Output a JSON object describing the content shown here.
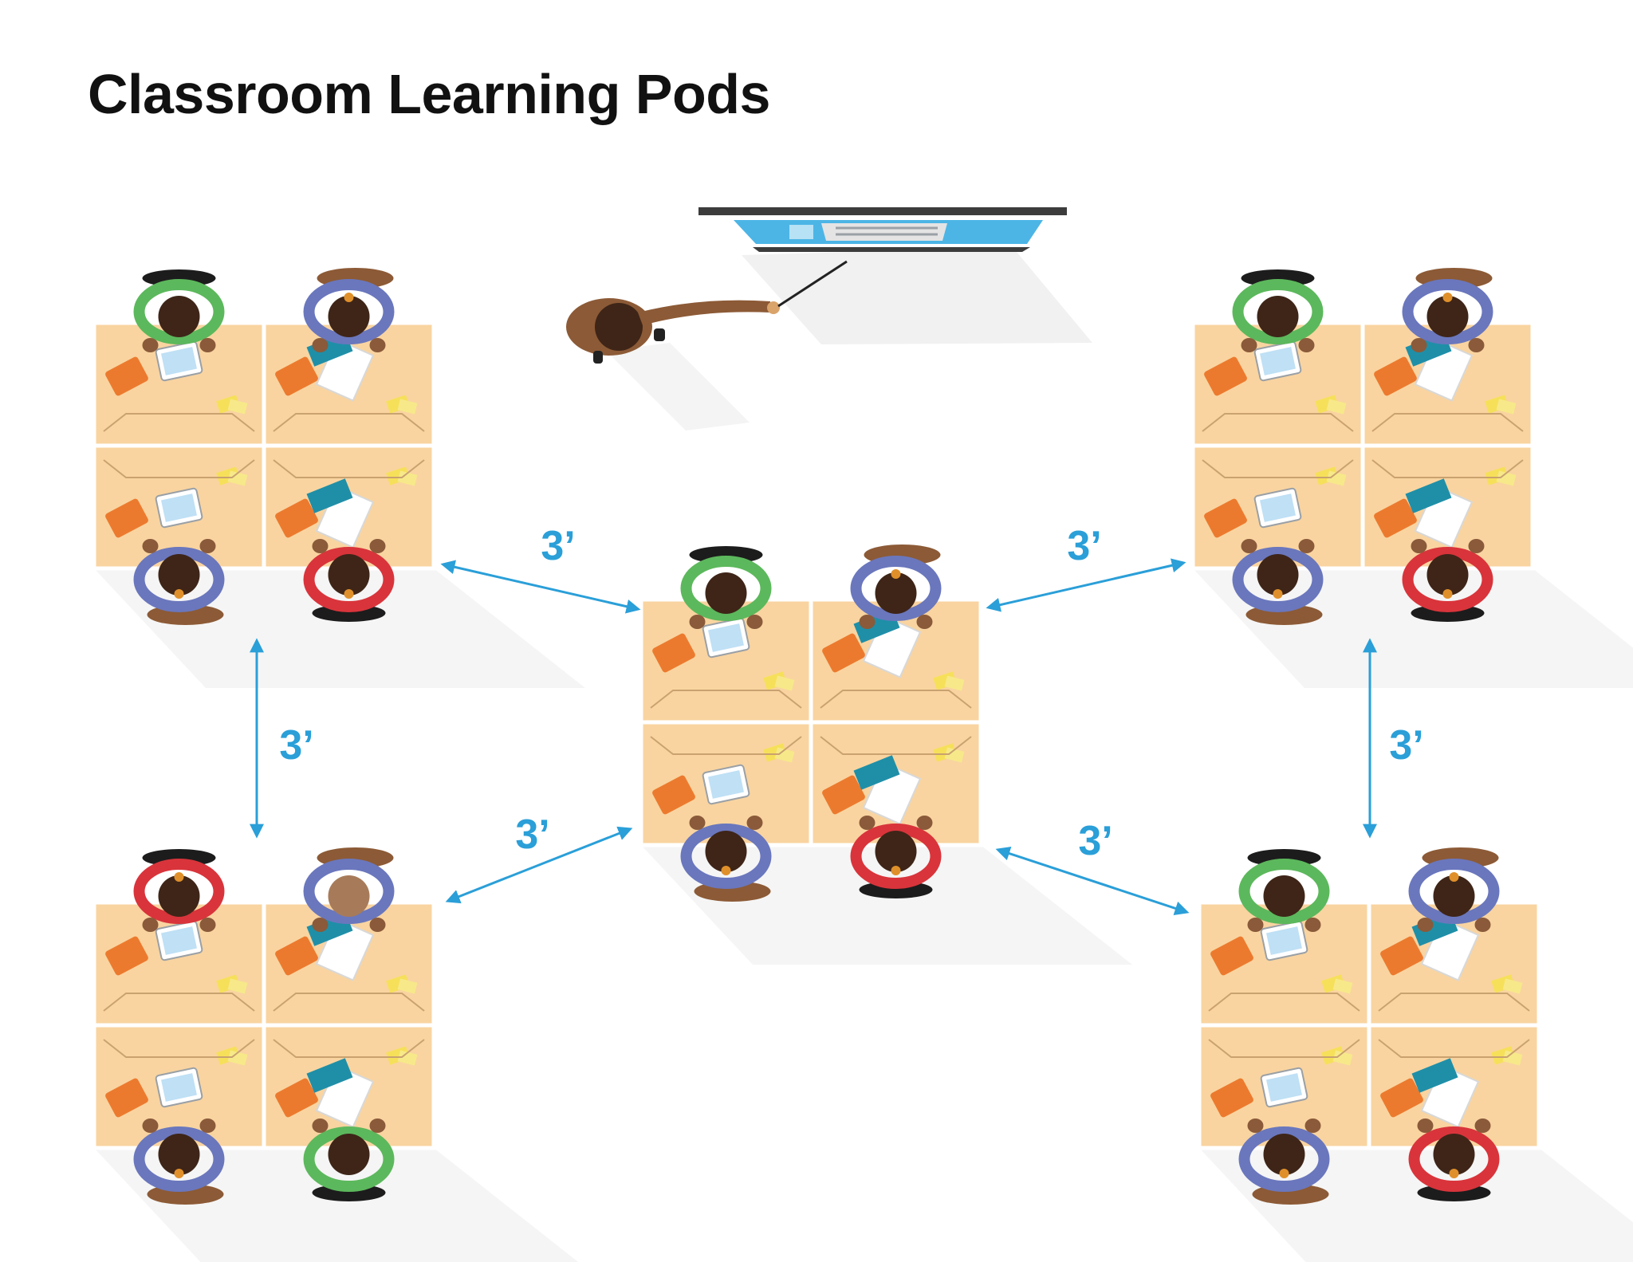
{
  "title": "Classroom Learning Pods",
  "distance_label": "3’",
  "colors": {
    "accent": "#2a9fd8",
    "desk": "#f9d4a0",
    "desk_edge": "#ffffff",
    "green_shirt": "#5cb85c",
    "blue_shirt": "#6a77bd",
    "red_shirt": "#d9343b",
    "hair_dark": "#3e2518",
    "hair_light": "#a77b5a",
    "board_blue": "#4cb5e6",
    "board_frame": "#3c3c3c"
  },
  "pods": [
    "top-left",
    "top-right",
    "center",
    "bottom-left",
    "bottom-right"
  ],
  "connections": [
    "top-left → center",
    "top-right → center",
    "bottom-left → center",
    "bottom-right → center",
    "top-left → bottom-left",
    "top-right → bottom-right"
  ]
}
